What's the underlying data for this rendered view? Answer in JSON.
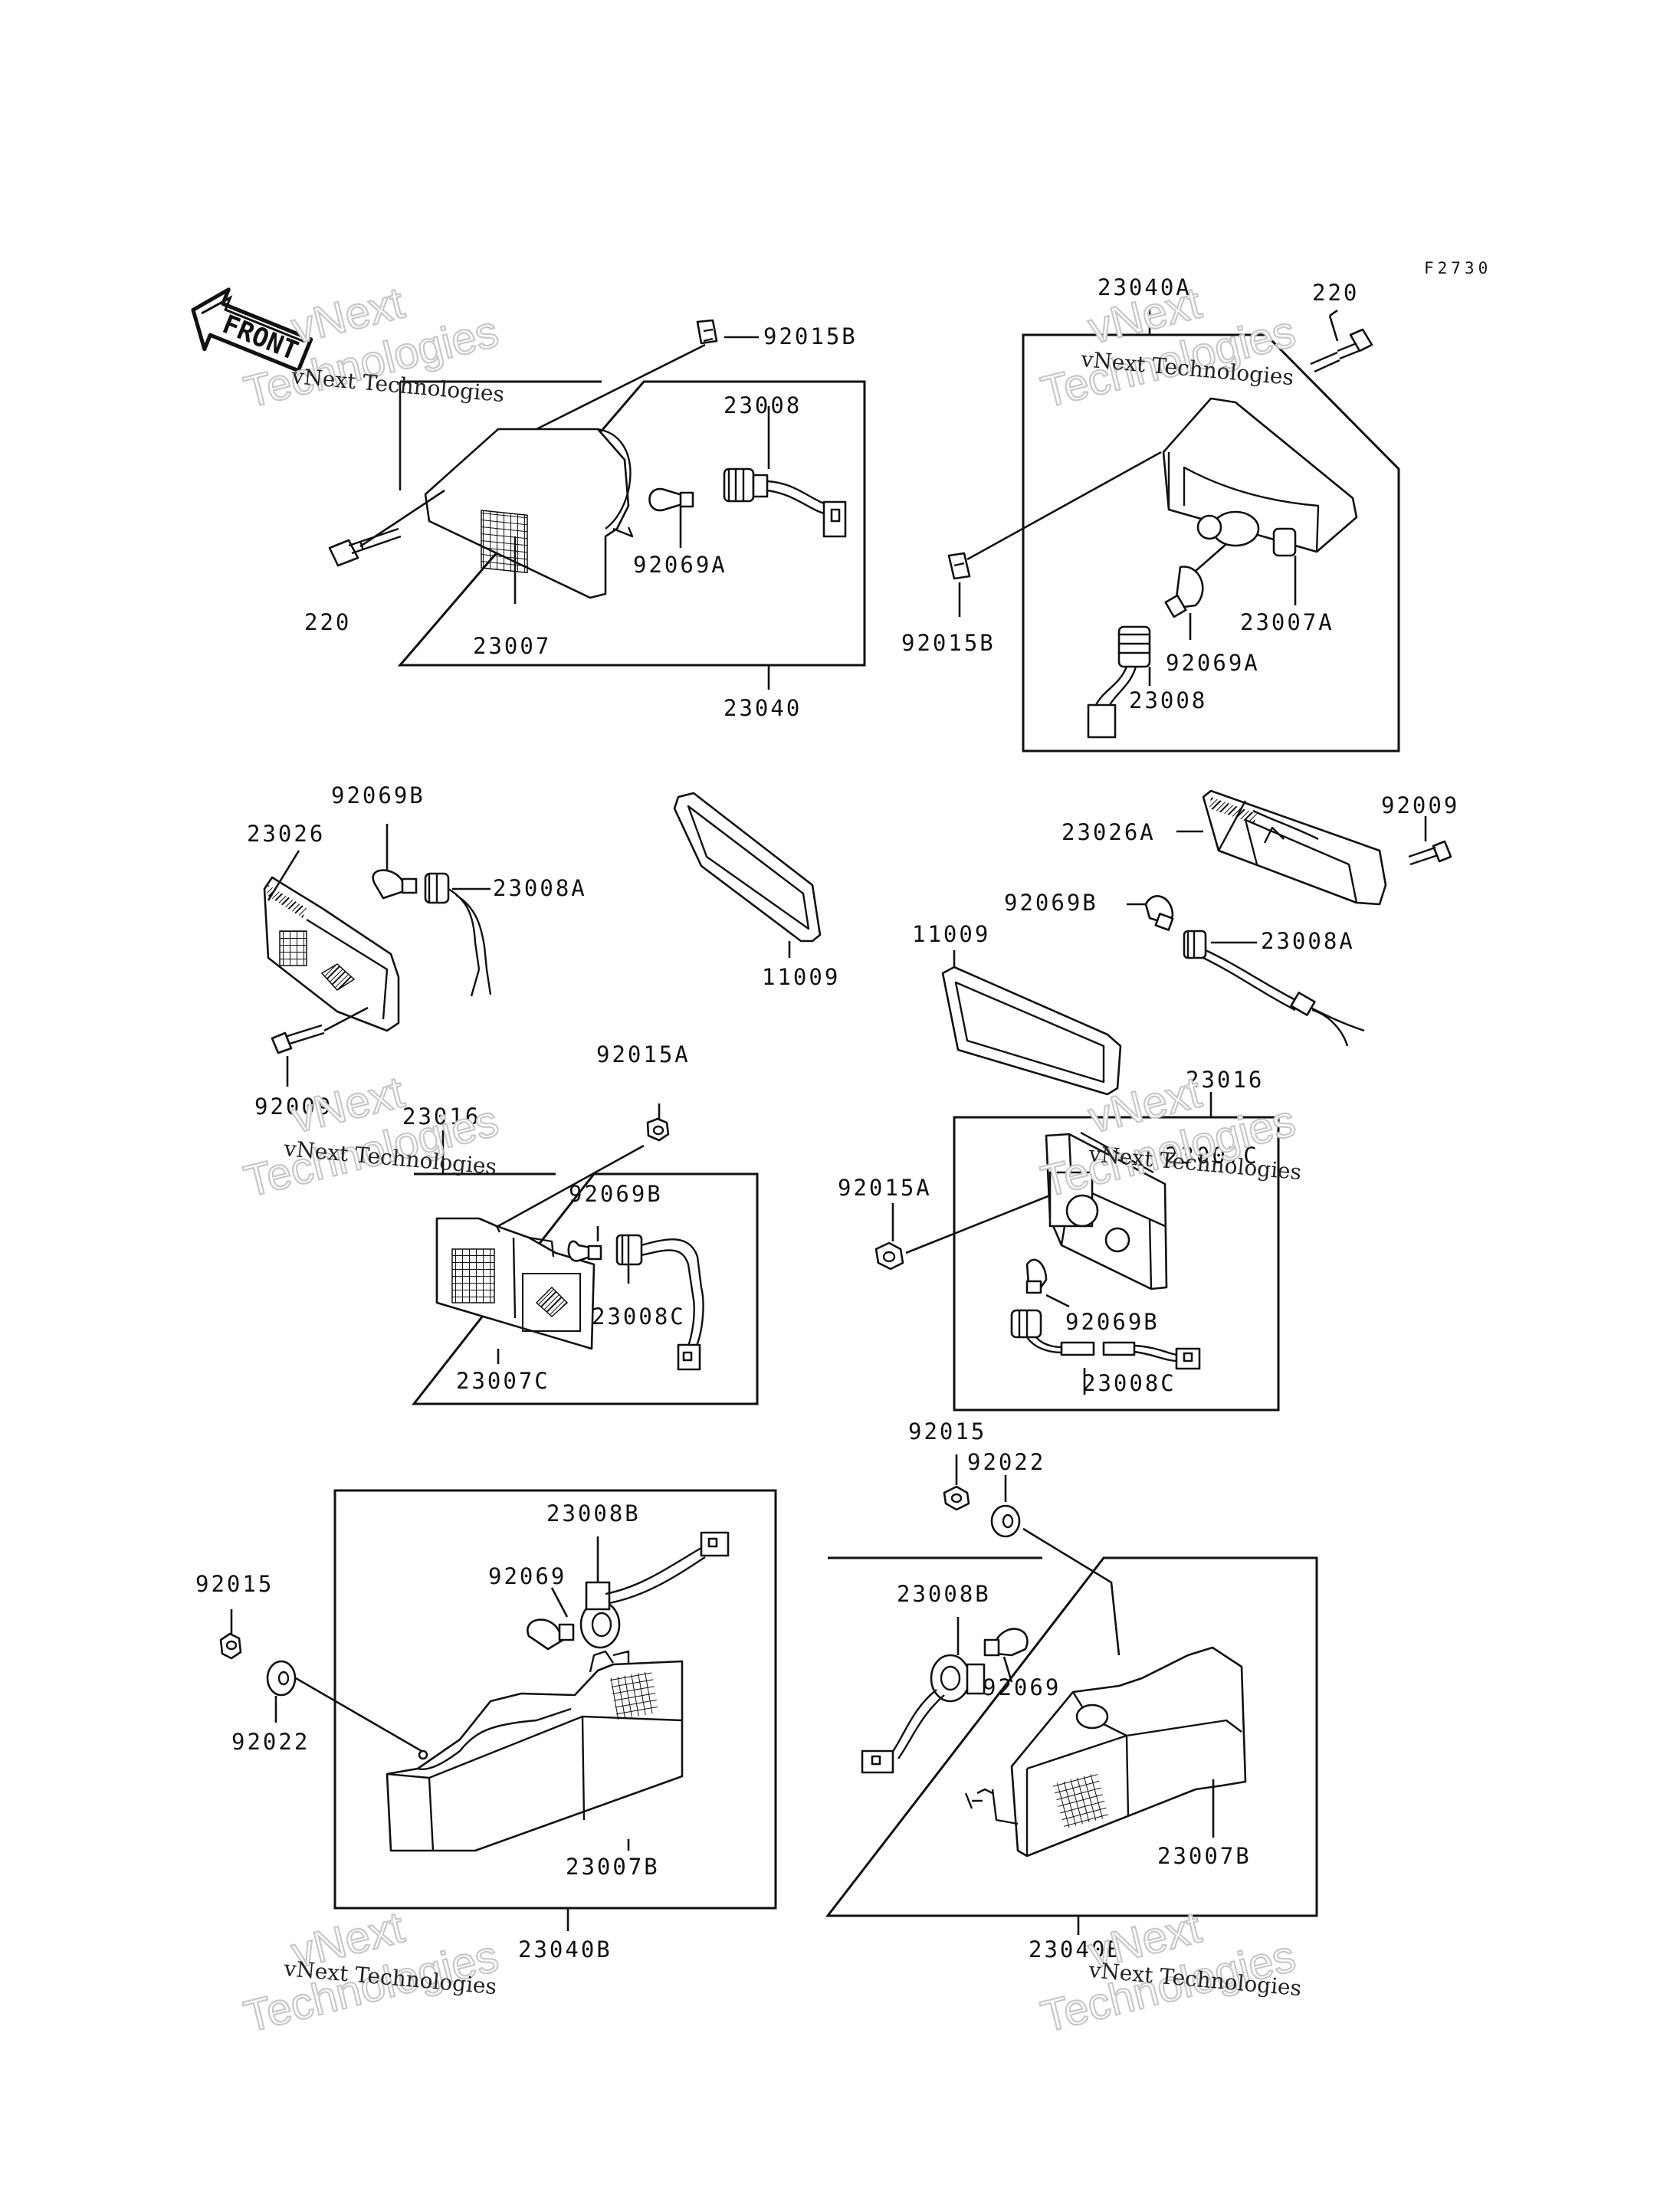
{
  "reference": "F2730",
  "front_arrow_label": "FRONT",
  "watermark": {
    "line1": "vNext Technologies",
    "line2": "vNext",
    "line3": "Technologies"
  },
  "labels": {
    "l_92015B_a": "92015B",
    "l_23008_a": "23008",
    "l_92069A_a": "92069A",
    "l_220_a": "220",
    "l_23007": "23007",
    "l_23040": "23040",
    "l_23040A": "23040A",
    "l_220_b": "220",
    "l_92015B_b": "92015B",
    "l_23007A": "23007A",
    "l_92069A_b": "92069A",
    "l_23008_b": "23008",
    "l_92069B_a": "92069B",
    "l_23026": "23026",
    "l_23008A_a": "23008A",
    "l_11009_a": "11009",
    "l_92009_a": "92009",
    "l_23026A": "23026A",
    "l_92009_b": "92009",
    "l_92069B_b": "92069B",
    "l_11009_b": "11009",
    "l_23008A_b": "23008A",
    "l_92015A_a": "92015A",
    "l_23016_a": "23016",
    "l_92069B_c": "92069B",
    "l_23008C_a": "23008C",
    "l_23007C_a": "23007C",
    "l_23016_b": "23016",
    "l_23007C_b": "23007C",
    "l_92015A_b": "92015A",
    "l_92069B_d": "92069B",
    "l_23008C_b": "23008C",
    "l_92015_a": "92015",
    "l_92022_a": "92022",
    "l_23008B_a": "23008B",
    "l_92069_a": "92069",
    "l_92015_b": "92015",
    "l_92022_b": "92022",
    "l_23007B_a": "23007B",
    "l_23040B_a": "23040B",
    "l_23008B_b": "23008B",
    "l_92069_b": "92069",
    "l_23007B_b": "23007B",
    "l_23040B_b": "23040B"
  }
}
